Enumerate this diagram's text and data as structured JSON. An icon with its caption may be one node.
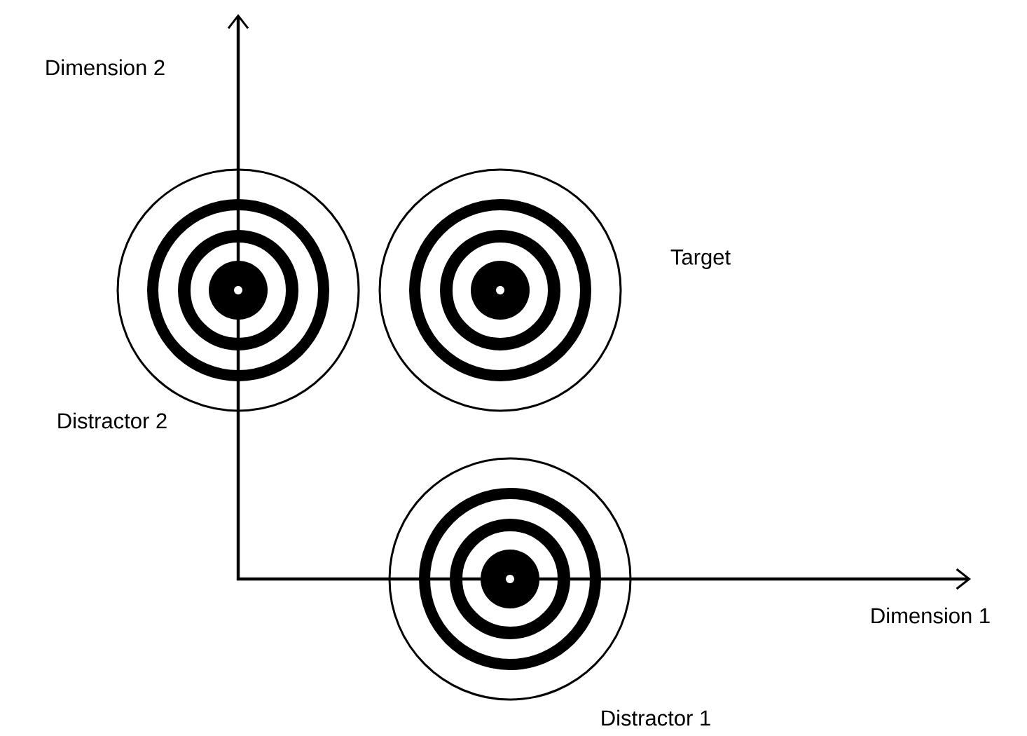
{
  "diagram": {
    "nodes": [
      {
        "text": [],
        "shape": "circle",
        "beside": [
          "Distractor 2"
        ]
      },
      {
        "text": [],
        "shape": "circle",
        "beside": [
          "Target"
        ]
      },
      {
        "text": [],
        "shape": "circle",
        "beside": [
          "Distractor 1"
        ]
      }
    ],
    "labels": [
      "Dimension 2",
      "Dimension 1"
    ]
  }
}
